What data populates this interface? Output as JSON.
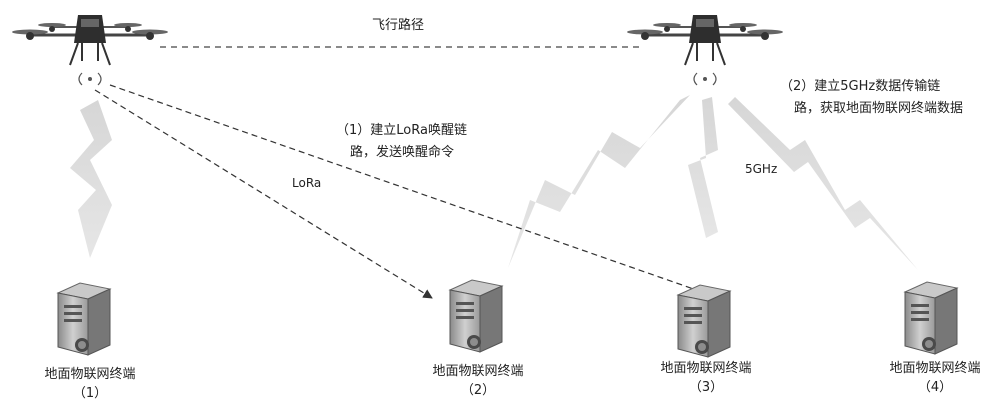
{
  "flight_path_label": "飞行路径",
  "step1": {
    "line1": "（1）建立LoRa唤醒链",
    "line2": "路，发送唤醒命令"
  },
  "step2": {
    "line1": "（2）建立5GHz数据传输链",
    "line2": "路，获取地面物联网终端数据"
  },
  "lora_label": "LoRa",
  "ghz_label": "5GHz",
  "terminals": [
    {
      "name": "地面物联网终端",
      "index": "（1）"
    },
    {
      "name": "地面物联网终端",
      "index": "（2）"
    },
    {
      "name": "地面物联网终端",
      "index": "（3）"
    },
    {
      "name": "地面物联网终端",
      "index": "（4）"
    }
  ]
}
